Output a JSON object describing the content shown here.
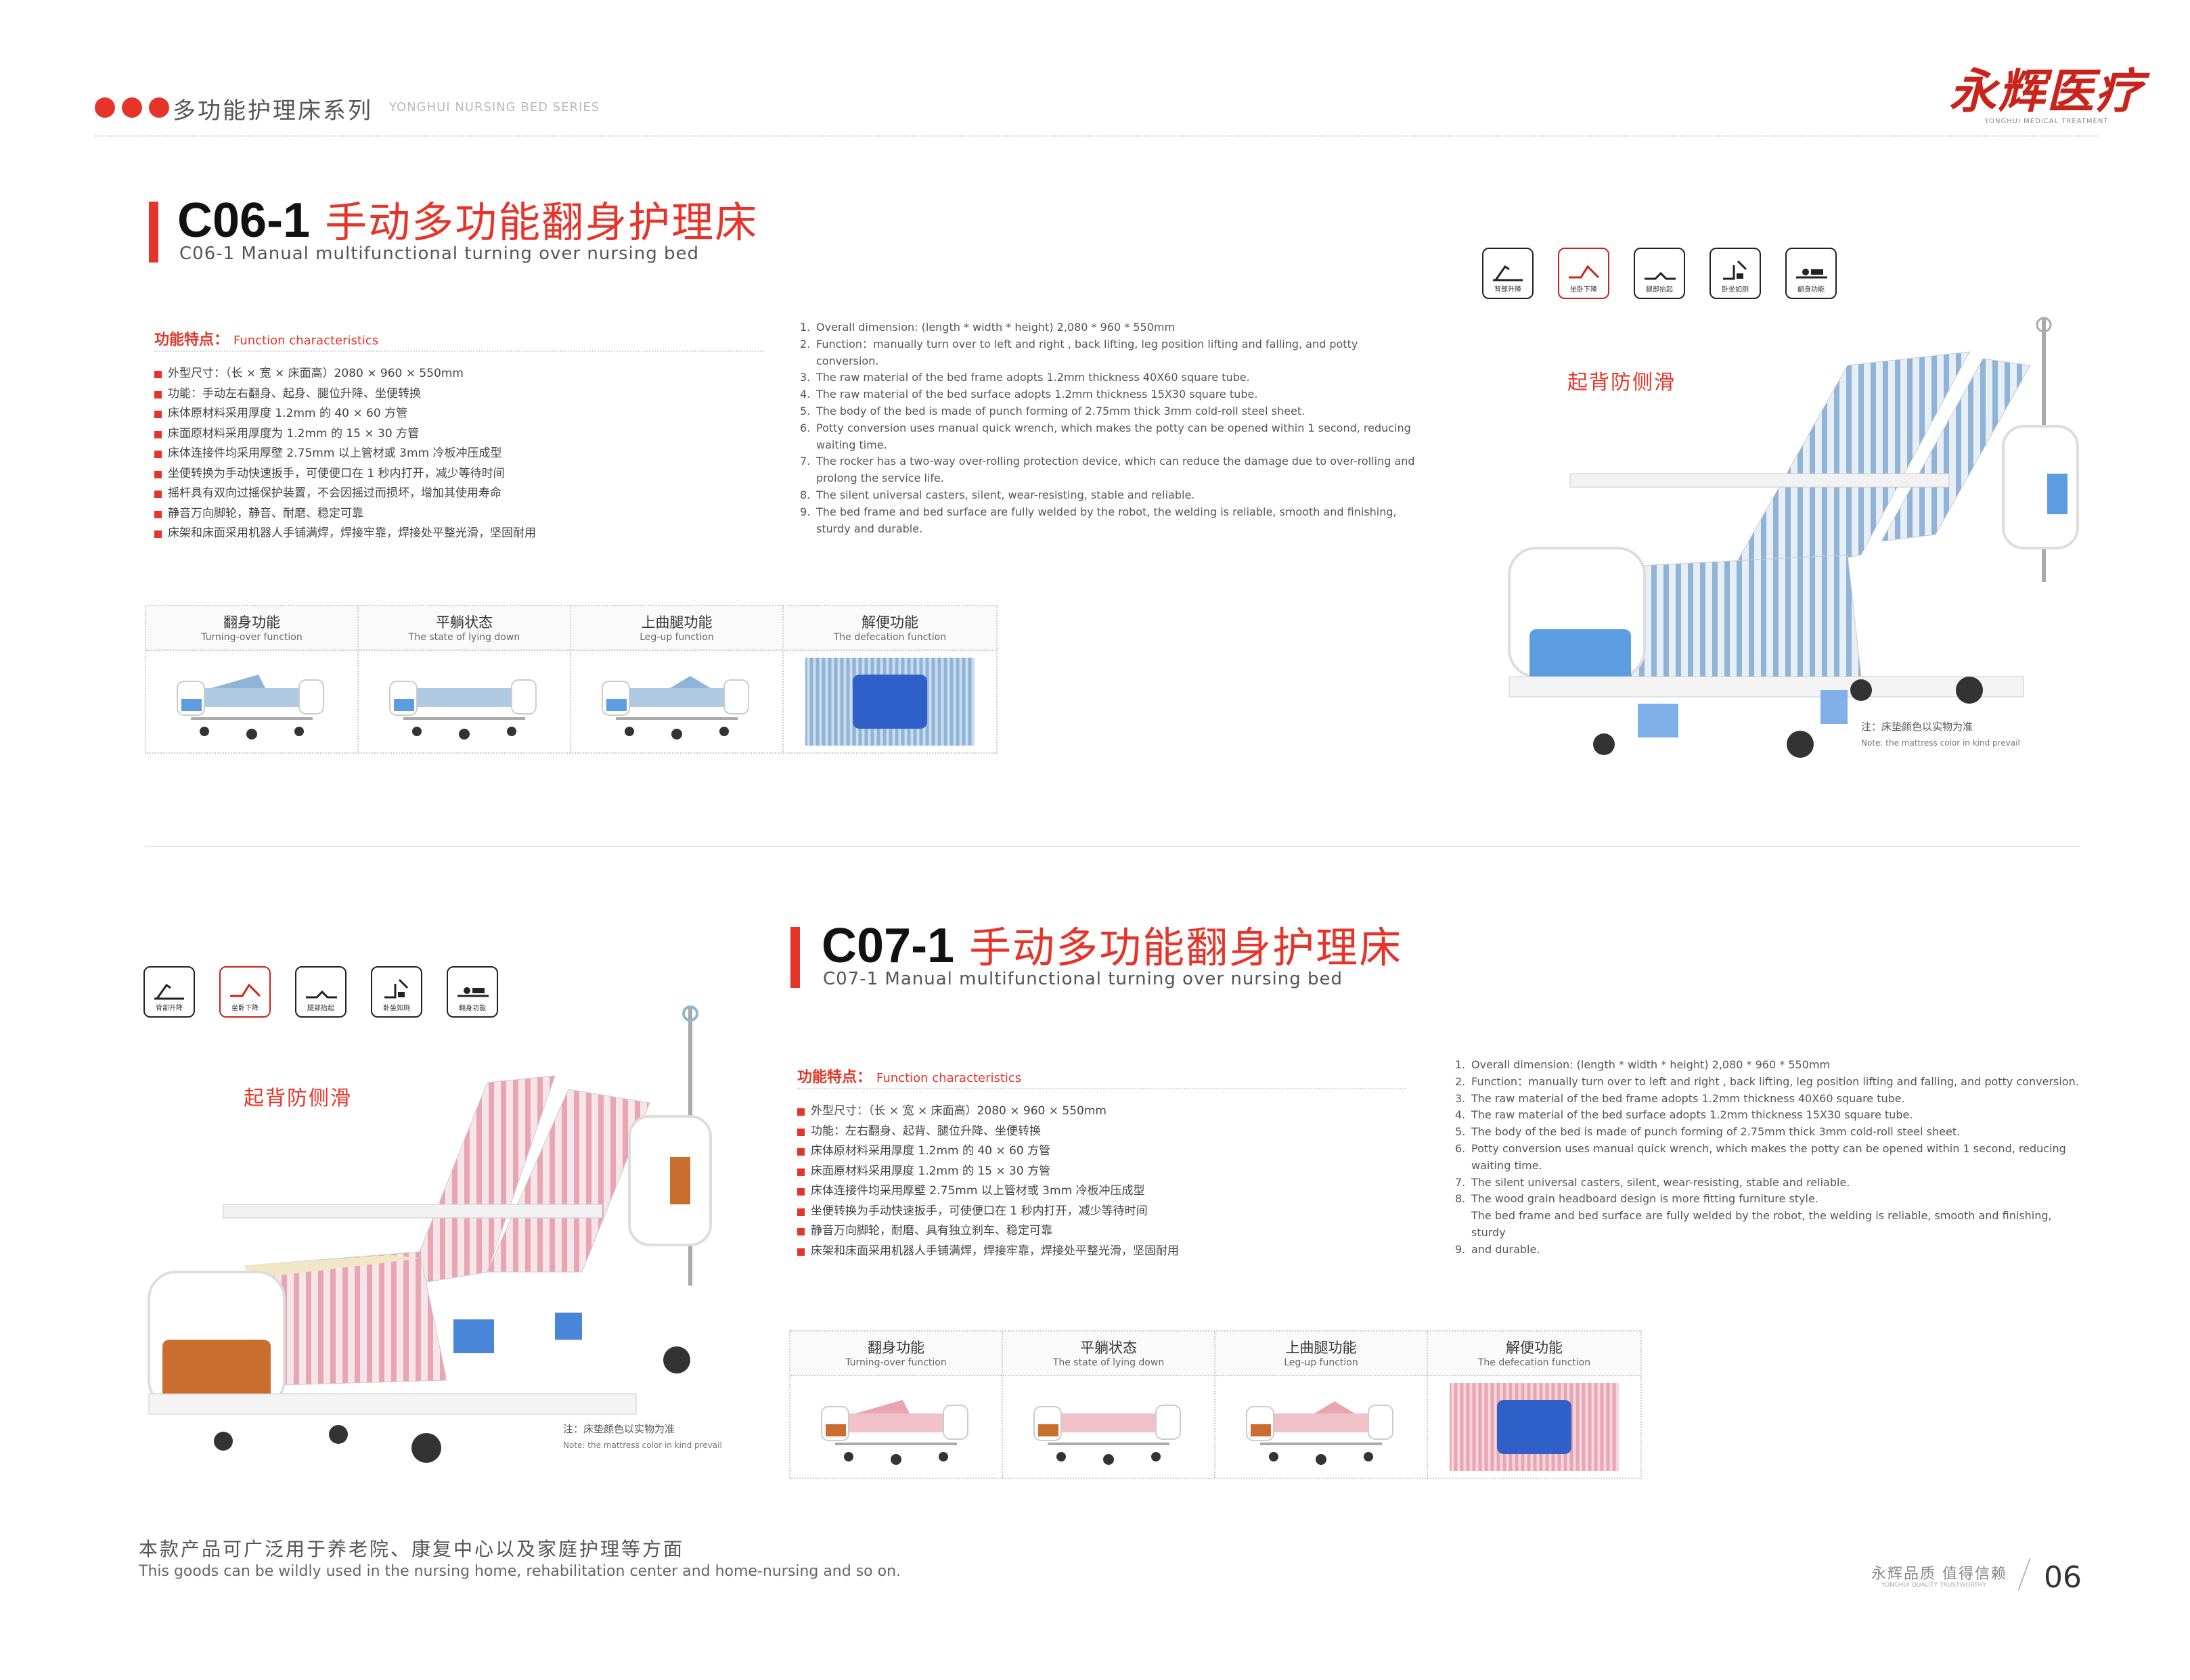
{
  "header": {
    "series_zh": "多功能护理床系列",
    "series_en": "YONGHUI NURSING BED SERIES",
    "logo_text": "永辉医疗",
    "logo_sub": "YONGHUI MEDICAL TREATMENT"
  },
  "colors": {
    "accent": "#e5352a",
    "logo": "#c9241b",
    "stripe_blue": "#8fb4d8",
    "stripe_pink": "#e9a6b2",
    "panel_blue": "#5c9ce0",
    "panel_wood": "#c96e2e"
  },
  "icons": [
    "背部升降",
    "坐卧下降",
    "腿部抬起",
    "卧坐如厕",
    "翻身功能"
  ],
  "icon_names": [
    "back-lift-icon",
    "sit-lower-icon",
    "leg-lift-icon",
    "toilet-icon",
    "turning-icon"
  ],
  "product1": {
    "model": "C06-1",
    "title_zh": "手动多功能翻身护理床",
    "title_en": "C06-1 Manual multifunctional turning over nursing bed",
    "func_label_zh": "功能特点：",
    "func_label_en": "Function characteristics",
    "features_zh": [
      "外型尺寸：（长 × 宽 × 床面高）2080 × 960 × 550mm",
      "功能：手动左右翻身、起身、腿位升降、坐便转换",
      "床体原材料采用厚度 1.2mm 的 40 × 60 方管",
      "床面原材料采用厚度为 1.2mm 的 15 × 30 方管",
      "床体连接件均采用厚壁 2.75mm 以上管材或 3mm 冷板冲压成型",
      "坐便转换为手动快速扳手，可使便口在 1 秒内打开，减少等待时间",
      "摇杆具有双向过摇保护装置，不会因摇过而损坏，增加其使用寿命",
      "静音万向脚轮，静音、耐磨、稳定可靠",
      "床架和床面采用机器人手铺满焊，焊接牢靠，焊接处平整光滑，坚固耐用"
    ],
    "features_en": [
      {
        "n": "1.",
        "t": "Overall dimension: (length * width * height) 2,080 * 960 * 550mm"
      },
      {
        "n": "2.",
        "t": "Function：manually turn over to left and right , back lifting, leg position lifting and falling, and potty conversion."
      },
      {
        "n": "3.",
        "t": "The raw material of the bed frame adopts 1.2mm thickness 40X60 square tube."
      },
      {
        "n": "4.",
        "t": "The raw material of the bed surface adopts 1.2mm thickness 15X30 square tube."
      },
      {
        "n": "5.",
        "t": "The body of the bed is made of punch forming of 2.75mm thick 3mm cold-roll steel sheet."
      },
      {
        "n": "6.",
        "t": "Potty conversion uses manual quick wrench, which makes the potty can be opened within 1 second, reducing waiting time."
      },
      {
        "n": "7.",
        "t": "The rocker has a two-way over-rolling protection device, which can reduce the damage due to over-rolling and prolong the service life."
      },
      {
        "n": "8.",
        "t": "The silent universal casters, silent, wear-resisting, stable and reliable."
      },
      {
        "n": "9.",
        "t": "The bed frame and bed surface are fully welded by the robot, the welding is reliable, smooth and finishing, sturdy and durable."
      }
    ],
    "feature_tag": "起背防侧滑",
    "note_zh": "注：床垫颜色以实物为准",
    "note_en": "Note: the mattress color in kind prevail",
    "functions": [
      {
        "zh": "翻身功能",
        "en": "Turning-over function"
      },
      {
        "zh": "平躺状态",
        "en": "The state of lying down"
      },
      {
        "zh": "上曲腿功能",
        "en": "Leg-up  function"
      },
      {
        "zh": "解便功能",
        "en": "The defecation function"
      }
    ]
  },
  "product2": {
    "model": "C07-1",
    "title_zh": "手动多功能翻身护理床",
    "title_en": "C07-1 Manual multifunctional turning over nursing bed",
    "func_label_zh": "功能特点：",
    "func_label_en": "Function characteristics",
    "features_zh": [
      "外型尺寸：（长 × 宽 × 床面高）2080 × 960 × 550mm",
      "功能：左右翻身、起背、腿位升降、坐便转换",
      "床体原材料采用厚度 1.2mm 的 40 × 60 方管",
      "床面原材料采用厚度 1.2mm 的 15 × 30 方管",
      "床体连接件均采用厚壁 2.75mm 以上管材或 3mm 冷板冲压成型",
      "坐便转换为手动快速扳手，可使便口在 1 秒内打开，减少等待时间",
      "静音万向脚轮，耐磨、具有独立刹车、稳定可靠",
      "床架和床面采用机器人手铺满焊，焊接牢靠，焊接处平整光滑，坚固耐用"
    ],
    "features_en": [
      {
        "n": "1.",
        "t": "Overall dimension: (length * width * height) 2,080 * 960 * 550mm"
      },
      {
        "n": "2.",
        "t": "Function：manually turn over to left and right , back lifting, leg position lifting and falling, and potty  conversion."
      },
      {
        "n": "3.",
        "t": "The raw material of the bed frame adopts 1.2mm thickness 40X60 square tube."
      },
      {
        "n": "4.",
        "t": "The raw material of the bed surface adopts 1.2mm thickness 15X30 square tube."
      },
      {
        "n": "5.",
        "t": "The body of the bed is made of punch forming of 2.75mm thick 3mm cold-roll steel sheet."
      },
      {
        "n": "6.",
        "t": "Potty conversion uses manual quick wrench, which makes the potty can be opened within 1 second,  reducing waiting time."
      },
      {
        "n": "7.",
        "t": "The silent universal casters, silent, wear-resisting, stable and reliable."
      },
      {
        "n": "8.",
        "t": "The wood grain headboard design is more fitting furniture style."
      },
      {
        "n": "",
        "t": "The bed frame and bed surface are fully welded by the robot, the welding is reliable,  smooth and  finishing, sturdy"
      },
      {
        "n": "9.",
        "t": "and durable."
      }
    ],
    "feature_tag": "起背防侧滑",
    "note_zh": "注：床垫颜色以实物为准",
    "note_en": "Note: the mattress color in kind prevail",
    "functions": [
      {
        "zh": "翻身功能",
        "en": "Turning-over function"
      },
      {
        "zh": "平躺状态",
        "en": "The state of lying down"
      },
      {
        "zh": "上曲腿功能",
        "en": "Leg-up  function"
      },
      {
        "zh": "解便功能",
        "en": "The defecation function"
      }
    ]
  },
  "footer": {
    "usage_zh": "本款产品可广泛用于养老院、康复中心以及家庭护理等方面",
    "usage_en": "This goods can be wildly used in the nursing home, rehabilitation center and home-nursing and so on.",
    "quality_zh": "永辉品质  值得信赖",
    "quality_en": "YONGHUI QUALITY TRUSTWORTHY",
    "page_number": "06"
  }
}
